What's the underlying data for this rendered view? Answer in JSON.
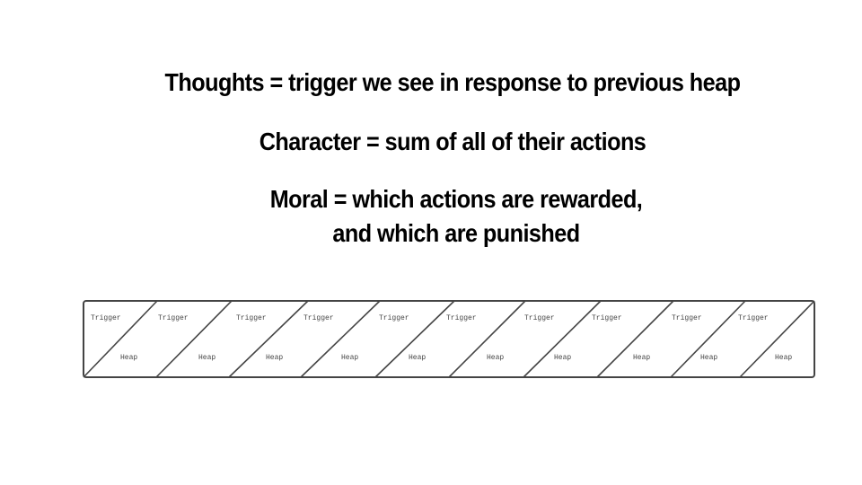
{
  "headings": {
    "thoughts": "Thoughts = trigger we see in response to previous heap",
    "character": "Character = sum of all of their actions",
    "moral": "Moral = which actions are rewarded, and which are punished"
  },
  "strip": {
    "cells": [
      {
        "trigger": "Trigger",
        "heap": "Heap"
      },
      {
        "trigger": "Trigger",
        "heap": "Heap"
      },
      {
        "trigger": "Trigger",
        "heap": "Heap"
      },
      {
        "trigger": "Trigger",
        "heap": "Heap"
      },
      {
        "trigger": "Trigger",
        "heap": "Heap"
      },
      {
        "trigger": "Trigger",
        "heap": "Heap"
      },
      {
        "trigger": "Trigger",
        "heap": "Heap"
      },
      {
        "trigger": "Trigger",
        "heap": "Heap"
      },
      {
        "trigger": "Trigger",
        "heap": "Heap"
      },
      {
        "trigger": "Trigger",
        "heap": "Heap"
      }
    ]
  },
  "colors": {
    "stroke": "#444444",
    "text": "#000000"
  }
}
